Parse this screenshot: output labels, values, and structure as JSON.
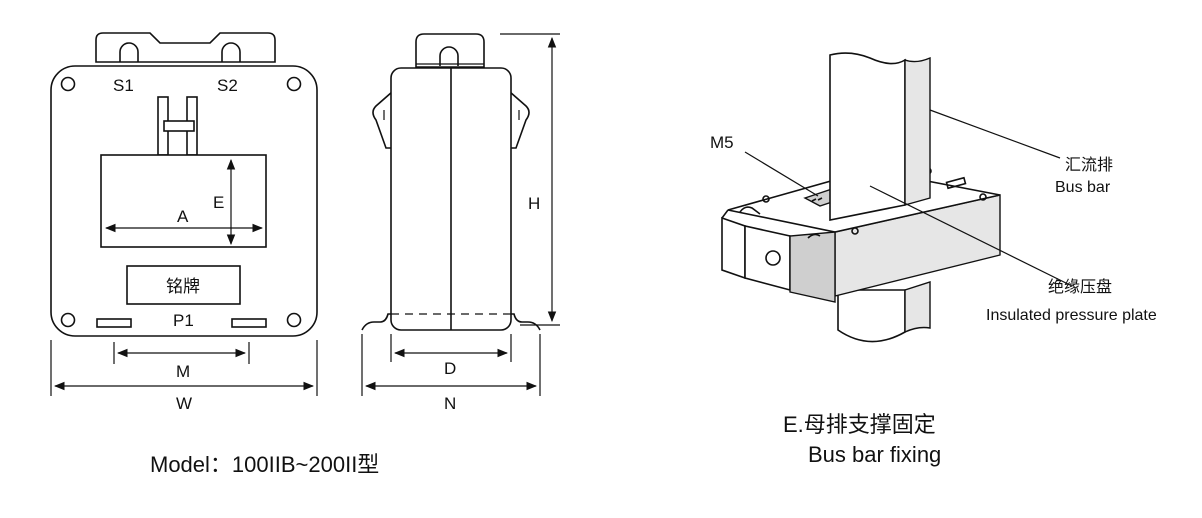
{
  "front_view": {
    "terminal_s1": "S1",
    "terminal_s2": "S2",
    "dim_a": "A",
    "dim_e": "E",
    "nameplate": "铭牌",
    "terminal_p1": "P1",
    "dim_m": "M",
    "dim_w": "W"
  },
  "side_view": {
    "dim_h": "H",
    "dim_d": "D",
    "dim_n": "N"
  },
  "model_caption": "Model：100IIB~200II型",
  "fixing_view": {
    "screw_label": "M5",
    "busbar_cn": "汇流排",
    "busbar_en": "Bus bar",
    "plate_cn": "绝缘压盘",
    "plate_en": "Insulated pressure plate",
    "caption_cn": "E.母排支撑固定",
    "caption_en": "Bus bar fixing"
  }
}
